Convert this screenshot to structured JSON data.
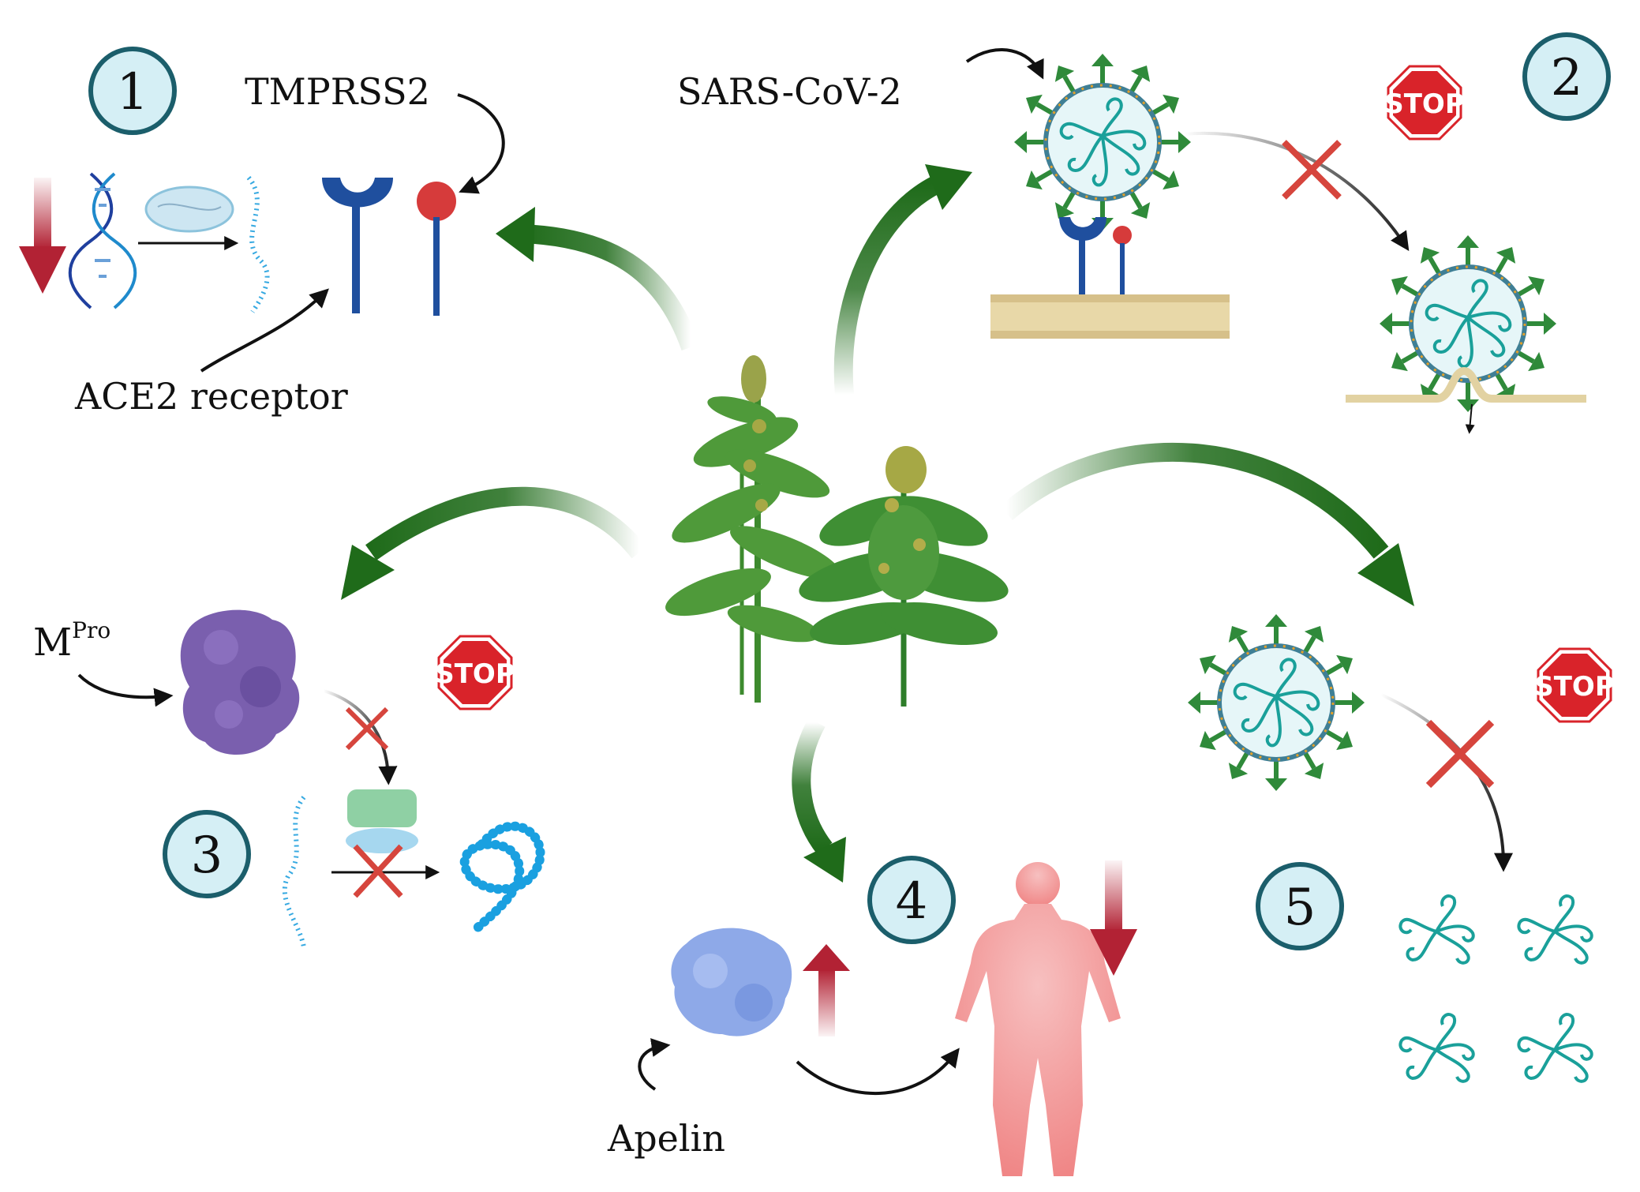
{
  "labels": {
    "tmprss2": "TMPRSS2",
    "ace2": "ACE2 receptor",
    "sars": "SARS-CoV-2",
    "mpro_main": "M",
    "mpro_sup": "Pro",
    "apelin": "Apelin"
  },
  "badges": [
    "1",
    "2",
    "3",
    "4",
    "5"
  ],
  "stop_label": "STOP",
  "colors": {
    "badge_fill": "#d5eff5",
    "badge_stroke": "#1b5e6b",
    "green_arrow": "#1f6b1a",
    "red_arrow": "#b22234",
    "stop_red": "#d9232a",
    "virus_teal": "#1aa09a",
    "spike_green": "#2f8a3a",
    "protein_purple": "#7a5fae",
    "protein_blue": "#8ea9e8",
    "human_pink": "#f08a8a",
    "receptor_blue": "#1f4f9e",
    "receptor_red": "#d63b3b"
  }
}
